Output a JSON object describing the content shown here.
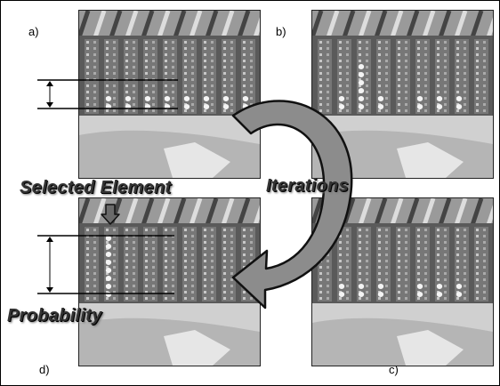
{
  "panels": [
    {
      "label": "a)"
    },
    {
      "label": "b)"
    },
    {
      "label": "c)"
    },
    {
      "label": "d)"
    }
  ],
  "callouts": {
    "selected_element": "Selected Element",
    "iterations": "Iterations",
    "probability": "Probability"
  },
  "colors": {
    "arrow_fill": "#8c8c8c",
    "arrow_stroke": "#111111",
    "board": "#5a5a5a",
    "connector_bright": "#f4f4f4"
  },
  "icons": {
    "down_arrow": "down-arrow-icon",
    "cycle_arrow": "curved-cycle-arrow-icon"
  }
}
